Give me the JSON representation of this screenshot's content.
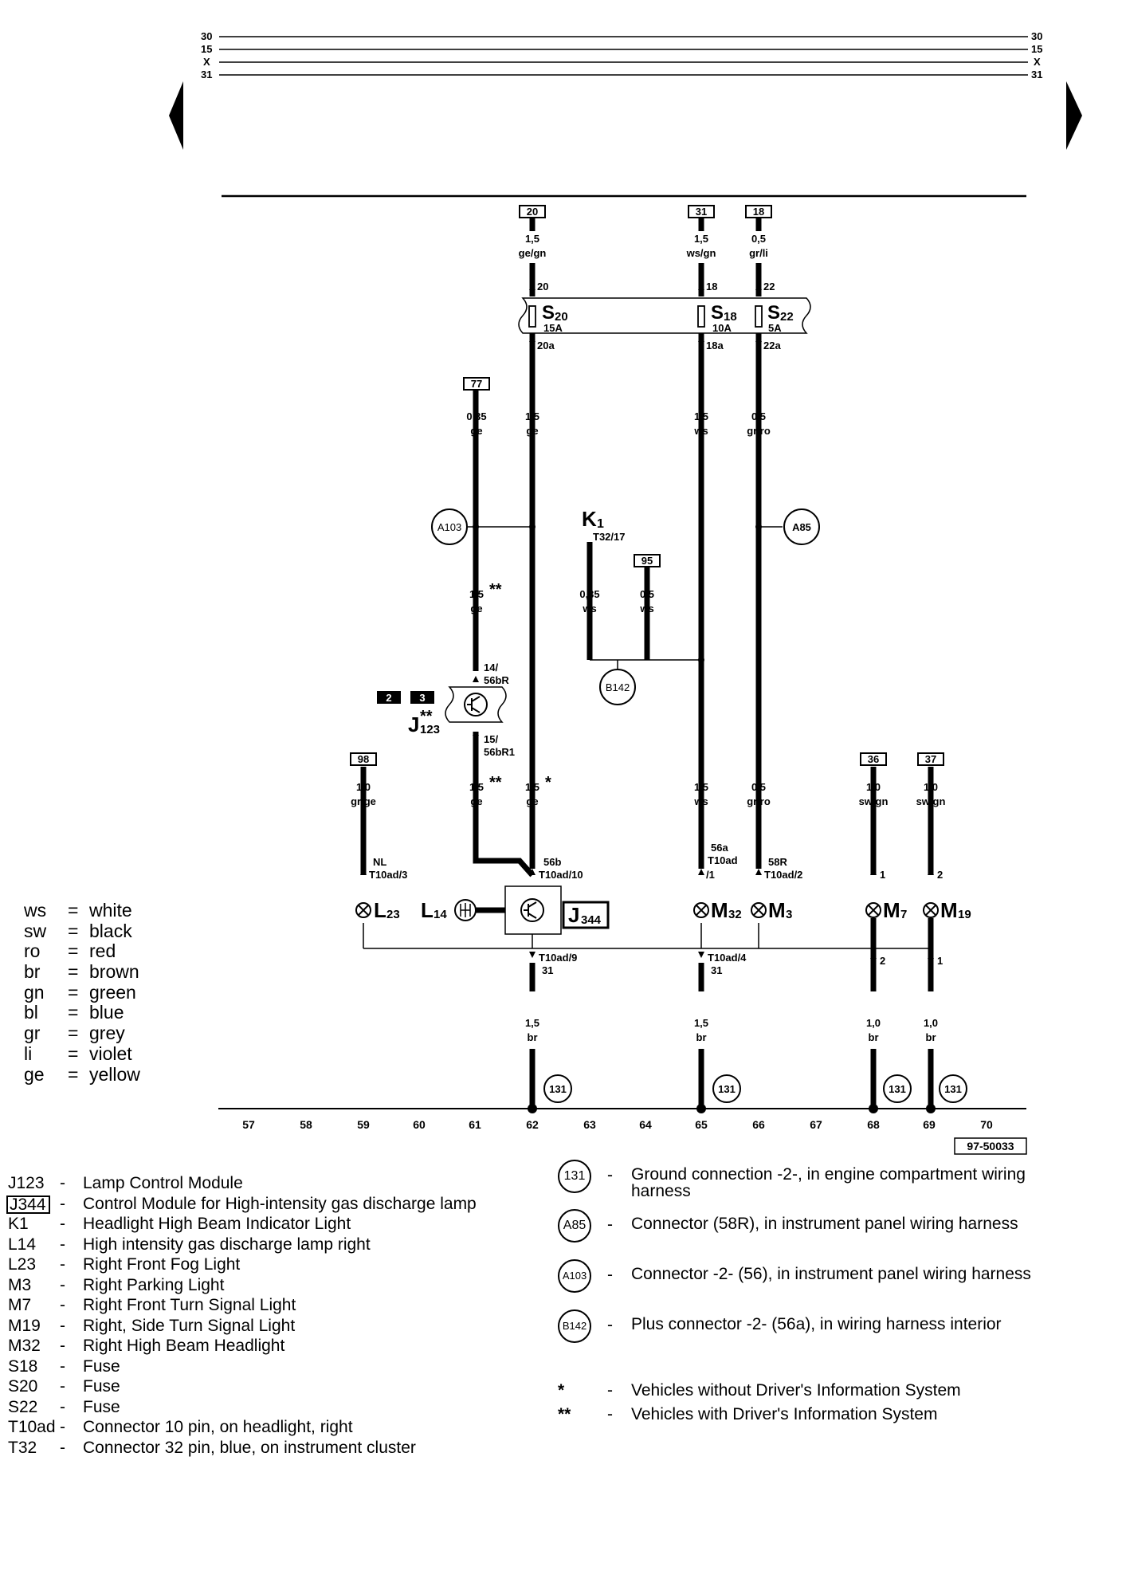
{
  "bus": {
    "lines": [
      "30",
      "15",
      "X",
      "31"
    ]
  },
  "fuses": [
    {
      "label": "S",
      "sub": "20",
      "rating": "15A",
      "in": "20",
      "out": "20a",
      "source": "20",
      "wire_in": [
        "1,5",
        "ge/gn"
      ]
    },
    {
      "label": "S",
      "sub": "18",
      "rating": "10A",
      "in": "18",
      "out": "18a",
      "source": "31",
      "wire_in": [
        "1,5",
        "ws/gn"
      ]
    },
    {
      "label": "S",
      "sub": "22",
      "rating": "5A",
      "in": "22",
      "out": "22a",
      "source": "18",
      "wire_in": [
        "0,5",
        "gr/li"
      ]
    }
  ],
  "wires": {
    "s20_out": [
      "1,5",
      "ge"
    ],
    "s18_out": [
      "1,5",
      "ws"
    ],
    "s22_out": [
      "0,5",
      "gr/ro"
    ],
    "w77": {
      "ref": "77",
      "size": "0,35",
      "color": "ge"
    },
    "w95": {
      "ref": "95",
      "size": "0,5",
      "color": "ws"
    },
    "k1_wire": [
      "0,35",
      "ws"
    ],
    "j123_in": [
      "1,5",
      "ge"
    ],
    "j123_out": [
      "1,5",
      "ge"
    ],
    "w62_lower": [
      "1,5",
      "ge"
    ],
    "w98": {
      "ref": "98",
      "size": "1,0",
      "color": "gr/ge"
    },
    "w65_lower": [
      "1,5",
      "ws"
    ],
    "w66_lower": [
      "0,5",
      "gr/ro"
    ],
    "w36": {
      "ref": "36",
      "size": "1,0",
      "color": "sw/gn"
    },
    "w37": {
      "ref": "37",
      "size": "1,0",
      "color": "sw/gn"
    },
    "ground_wires": [
      [
        "1,5",
        "br"
      ],
      [
        "1,5",
        "br"
      ],
      [
        "1,0",
        "br"
      ],
      [
        "1,0",
        "br"
      ]
    ]
  },
  "pins": {
    "j123_in": [
      "14/",
      "56bR"
    ],
    "j123_out": [
      "15/",
      "56bR1"
    ],
    "k1": "T32/17",
    "nl": [
      "NL",
      "T10ad/3"
    ],
    "j344_in": [
      "56b",
      "T10ad/10"
    ],
    "m32_in": [
      "56a",
      "T10ad",
      "/1"
    ],
    "m3_in": [
      "58R",
      "T10ad/2"
    ],
    "m7_in": "1",
    "m19_in": "2",
    "m7_out": "2",
    "m19_out": "1",
    "gnd62": [
      "T10ad/9",
      "31"
    ],
    "gnd65": [
      "T10ad/4",
      "31"
    ]
  },
  "connectors_on_diagram": {
    "a103": "A103",
    "a85": "A85",
    "b142": "B142",
    "ground": "131"
  },
  "components": {
    "k1": {
      "letter": "K",
      "sub": "1"
    },
    "j123": {
      "letter": "J",
      "sub": "123",
      "stars": "**",
      "boxes": [
        "2",
        "3"
      ]
    },
    "j344": {
      "letter": "J",
      "sub": "344"
    },
    "l14": {
      "letter": "L",
      "sub": "14"
    },
    "l23": {
      "letter": "L",
      "sub": "23"
    },
    "m32": {
      "letter": "M",
      "sub": "32"
    },
    "m3": {
      "letter": "M",
      "sub": "3"
    },
    "m7": {
      "letter": "M",
      "sub": "7"
    },
    "m19": {
      "letter": "M",
      "sub": "19"
    }
  },
  "marks": {
    "double": "**",
    "single": "*"
  },
  "current_tracks": [
    "57",
    "58",
    "59",
    "60",
    "61",
    "62",
    "63",
    "64",
    "65",
    "66",
    "67",
    "68",
    "69",
    "70"
  ],
  "drawing_number": "97-50033",
  "color_key": [
    {
      "abbr": "ws",
      "eq": "=",
      "color": "white"
    },
    {
      "abbr": "sw",
      "eq": "=",
      "color": "black"
    },
    {
      "abbr": "ro",
      "eq": "=",
      "color": "red"
    },
    {
      "abbr": "br",
      "eq": "=",
      "color": "brown"
    },
    {
      "abbr": "gn",
      "eq": "=",
      "color": "green"
    },
    {
      "abbr": "bl",
      "eq": "=",
      "color": "blue"
    },
    {
      "abbr": "gr",
      "eq": "=",
      "color": "grey"
    },
    {
      "abbr": "li",
      "eq": "=",
      "color": "violet"
    },
    {
      "abbr": "ge",
      "eq": "=",
      "color": "yellow"
    }
  ],
  "parts_list": [
    {
      "code": "J123",
      "dash": "-",
      "desc": "Lamp Control Module"
    },
    {
      "code": "J344",
      "dash": "-",
      "desc": "Control Module for High-intensity gas discharge lamp"
    },
    {
      "code": "K1",
      "dash": "-",
      "desc": "Headlight High Beam Indicator Light"
    },
    {
      "code": "L14",
      "dash": "-",
      "desc": "High intensity gas discharge lamp right"
    },
    {
      "code": "L23",
      "dash": "-",
      "desc": "Right Front Fog Light"
    },
    {
      "code": "M3",
      "dash": "-",
      "desc": "Right Parking Light"
    },
    {
      "code": "M7",
      "dash": "-",
      "desc": "Right Front Turn Signal Light"
    },
    {
      "code": "M19",
      "dash": "-",
      "desc": "Right, Side Turn Signal Light"
    },
    {
      "code": "M32",
      "dash": "-",
      "desc": "Right High Beam Headlight"
    },
    {
      "code": "S18",
      "dash": "-",
      "desc": "Fuse"
    },
    {
      "code": "S20",
      "dash": "-",
      "desc": "Fuse"
    },
    {
      "code": "S22",
      "dash": "-",
      "desc": "Fuse"
    },
    {
      "code": "T10ad",
      "dash": "-",
      "desc": "Connector 10 pin, on headlight, right"
    },
    {
      "code": "T32",
      "dash": "-",
      "desc": "Connector 32 pin, blue, on instrument cluster"
    }
  ],
  "connector_list": [
    {
      "id": "131",
      "dash": "-",
      "desc_line1": "Ground connection -2-, in engine compartment wiring",
      "desc_line2": "harness"
    },
    {
      "id": "A85",
      "dash": "-",
      "desc_line1": "Connector (58R), in instrument panel wiring harness",
      "desc_line2": ""
    },
    {
      "id": "A103",
      "dash": "-",
      "desc_line1": "Connector -2- (56), in instrument panel wiring harness",
      "desc_line2": ""
    },
    {
      "id": "B142",
      "dash": "-",
      "desc_line1": "Plus connector -2- (56a), in wiring harness interior",
      "desc_line2": ""
    }
  ],
  "notes": [
    {
      "sym": "*",
      "dash": "-",
      "desc": "Vehicles without Driver's Information System"
    },
    {
      "sym": "**",
      "dash": "-",
      "desc": "Vehicles with Driver's Information System"
    }
  ]
}
